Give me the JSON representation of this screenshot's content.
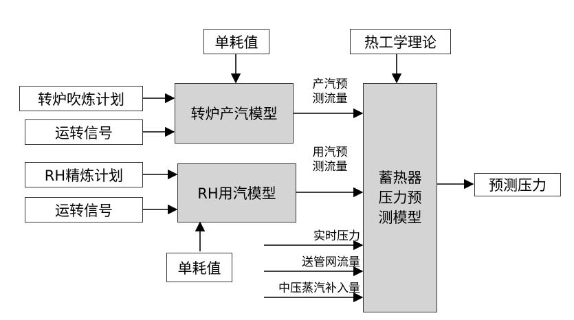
{
  "inputs": {
    "converter_plan": "转炉吹炼计划",
    "converter_signal": "运转信号",
    "rh_plan": "RH精炼计划",
    "rh_signal": "运转信号",
    "unit_consumption_top": "单耗值",
    "unit_consumption_bottom": "单耗值",
    "thermo_theory": "热工学理论"
  },
  "models": {
    "converter_model": "转炉产汽模型",
    "rh_model": "RH用汽模型",
    "accumulator_model_line1": "蓄热器",
    "accumulator_model_line2": "压力预",
    "accumulator_model_line3": "测模型"
  },
  "flows": {
    "steam_prod_line1": "产汽预",
    "steam_prod_line2": "测流量",
    "steam_use_line1": "用汽预",
    "steam_use_line2": "测流量",
    "realtime_pressure": "实时压力",
    "pipe_flow": "送管网流量",
    "mp_steam_flow": "中压蒸汽补入量"
  },
  "output": {
    "predicted_pressure": "预测压力"
  }
}
